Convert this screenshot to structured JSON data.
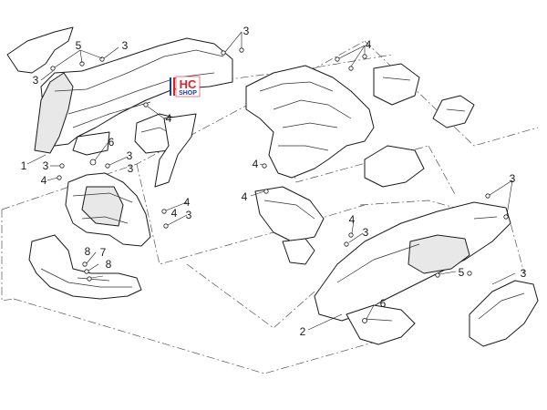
{
  "logo": {
    "line1": "HC",
    "line2": "SHOP"
  },
  "callouts": [
    {
      "id": "c-5-top-left",
      "label": "5"
    },
    {
      "id": "c-3-top-left",
      "label": "3"
    },
    {
      "id": "c-3-top-center",
      "label": "3"
    },
    {
      "id": "c-3-left-mid",
      "label": "3"
    },
    {
      "id": "c-4-top-right",
      "label": "4"
    },
    {
      "id": "c-4-center-left",
      "label": "4"
    },
    {
      "id": "c-6-left",
      "label": "6"
    },
    {
      "id": "c-3-left-lower",
      "label": "3"
    },
    {
      "id": "c-1-left",
      "label": "1"
    },
    {
      "id": "c-3-left-screw",
      "label": "3"
    },
    {
      "id": "c-4-left-screw",
      "label": "4"
    },
    {
      "id": "c-3-mid",
      "label": "3"
    },
    {
      "id": "c-4-mid",
      "label": "4"
    },
    {
      "id": "c-4-center",
      "label": "4"
    },
    {
      "id": "c-4-center-lower",
      "label": "4"
    },
    {
      "id": "c-3-right-top",
      "label": "3"
    },
    {
      "id": "c-4-lower-center",
      "label": "4"
    },
    {
      "id": "c-3-lower-center",
      "label": "3"
    },
    {
      "id": "c-3-lower-left",
      "label": "3"
    },
    {
      "id": "c-4-lower-left",
      "label": "4"
    },
    {
      "id": "c-8-upper",
      "label": "8"
    },
    {
      "id": "c-7",
      "label": "7"
    },
    {
      "id": "c-8-lower",
      "label": "8"
    },
    {
      "id": "c-5-right",
      "label": "5"
    },
    {
      "id": "c-3-right",
      "label": "3"
    },
    {
      "id": "c-6-right",
      "label": "6"
    },
    {
      "id": "c-2",
      "label": "2"
    }
  ]
}
